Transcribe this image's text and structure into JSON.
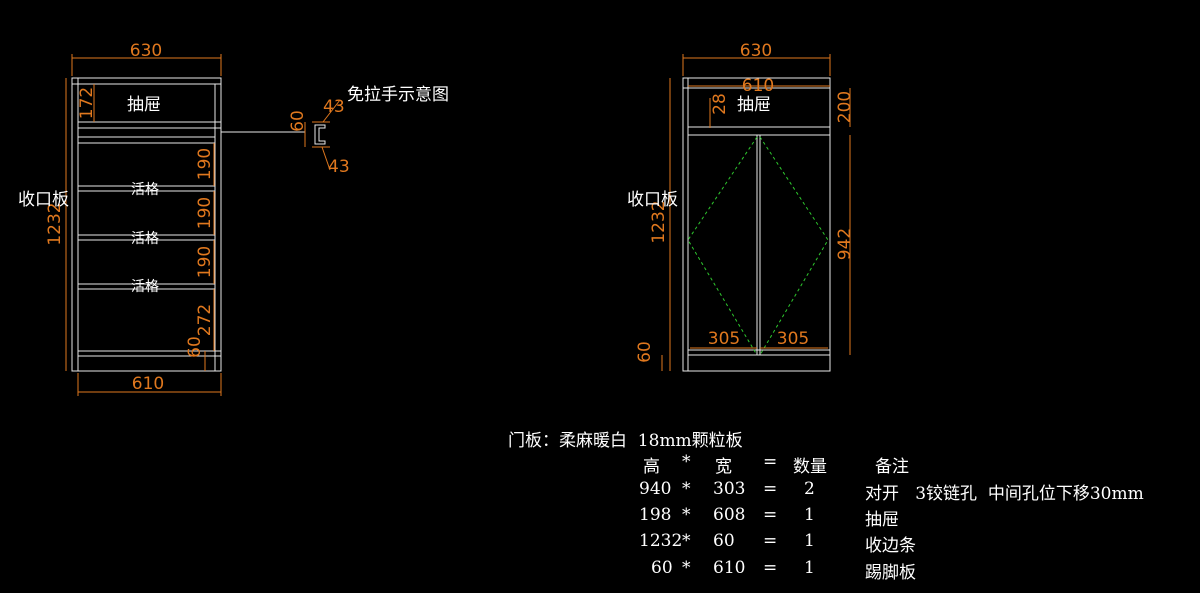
{
  "left_view": {
    "dim_top": "630",
    "dim_bottom": "610",
    "dim_height": "1232",
    "dim_drawer": "172",
    "dim_shelf_1": "190",
    "dim_shelf_2": "190",
    "dim_shelf_3": "190",
    "dim_bottom_space": "272",
    "dim_kick": "60",
    "label_drawer": "抽屉",
    "label_shelf_1": "活格",
    "label_shelf_2": "活格",
    "label_shelf_3": "活格",
    "label_trim": "收口板",
    "handle_title": "免拉手示意图",
    "handle_dim_a": "43",
    "handle_dim_b": "60",
    "handle_dim_c": "43"
  },
  "right_view": {
    "dim_top_outer": "630",
    "dim_top_inner": "610",
    "dim_height": "1232",
    "dim_drawer": "200",
    "dim_drawer_gap": "28",
    "dim_door": "942",
    "dim_door_left": "305",
    "dim_door_right": "305",
    "dim_kick": "60",
    "label_drawer": "抽屉",
    "label_trim": "收口板"
  },
  "notes": {
    "material": "门板：柔麻暖白  18mm颗粒板",
    "header": {
      "h": "高",
      "x": "*",
      "w": "宽",
      "eq": "=",
      "qty": "数量",
      "remark": "备注"
    },
    "rows": [
      {
        "h": "940",
        "x": "*",
        "w": "303",
        "eq": "=",
        "qty": "2",
        "remark": "对开   3铰链孔  中间孔位下移30mm"
      },
      {
        "h": "198",
        "x": "*",
        "w": "608",
        "eq": "=",
        "qty": "1",
        "remark": "抽屉"
      },
      {
        "h": "1232",
        "x": "*",
        "w": "60",
        "eq": "=",
        "qty": "1",
        "remark": "收边条"
      },
      {
        "h": "60",
        "x": "*",
        "w": "610",
        "eq": "=",
        "qty": "1",
        "remark": "踢脚板"
      }
    ]
  }
}
